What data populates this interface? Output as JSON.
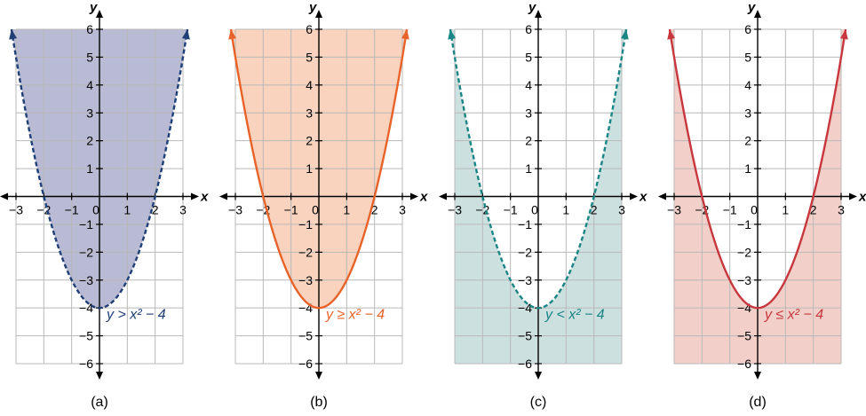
{
  "chart_data": [
    {
      "type": "line",
      "panel_label": "(a)",
      "inequality": "y > x² − 4",
      "curve": "y = x^2 - 4",
      "boundary": "dashed",
      "shaded_region": "above",
      "line_color": "#1f3f77",
      "fill_color": "#b9bad3",
      "label_color": "#1f3f77",
      "xlabel": "x",
      "ylabel": "y",
      "xlim": [
        -3,
        3
      ],
      "ylim": [
        -6,
        6
      ],
      "xticks": [
        "−3",
        "−2",
        "−1",
        "0",
        "1",
        "2",
        "3"
      ],
      "yticks": [
        "−6",
        "−5",
        "−4",
        "−3",
        "−2",
        "−1",
        "1",
        "2",
        "3",
        "4",
        "5",
        "6"
      ],
      "grid": true
    },
    {
      "type": "line",
      "panel_label": "(b)",
      "inequality": "y ≥ x² − 4",
      "curve": "y = x^2 - 4",
      "boundary": "solid",
      "shaded_region": "above",
      "line_color": "#e8632a",
      "fill_color": "#f9d3bd",
      "label_color": "#e8632a",
      "xlabel": "x",
      "ylabel": "y",
      "xlim": [
        -3,
        3
      ],
      "ylim": [
        -6,
        6
      ],
      "xticks": [
        "−3",
        "−2",
        "−1",
        "0",
        "1",
        "2",
        "3"
      ],
      "yticks": [
        "−6",
        "−5",
        "−4",
        "−3",
        "−2",
        "−1",
        "1",
        "2",
        "3",
        "4",
        "5",
        "6"
      ],
      "grid": true
    },
    {
      "type": "line",
      "panel_label": "(c)",
      "inequality": "y < x² − 4",
      "curve": "y = x^2 - 4",
      "boundary": "dashed",
      "shaded_region": "below",
      "line_color": "#1a8585",
      "fill_color": "#cde0e0",
      "label_color": "#1a8585",
      "xlabel": "x",
      "ylabel": "y",
      "xlim": [
        -3,
        3
      ],
      "ylim": [
        -6,
        6
      ],
      "xticks": [
        "−3",
        "−2",
        "−1",
        "0",
        "1",
        "2",
        "3"
      ],
      "yticks": [
        "−6",
        "−5",
        "−4",
        "−3",
        "−2",
        "−1",
        "1",
        "2",
        "3",
        "4",
        "5",
        "6"
      ],
      "grid": true
    },
    {
      "type": "line",
      "panel_label": "(d)",
      "inequality": "y ≤ x² − 4",
      "curve": "y = x^2 - 4",
      "boundary": "solid",
      "shaded_region": "below",
      "line_color": "#c7373d",
      "fill_color": "#f2d0c9",
      "label_color": "#c7373d",
      "xlabel": "x",
      "ylabel": "y",
      "xlim": [
        -3,
        3
      ],
      "ylim": [
        -6,
        6
      ],
      "xticks": [
        "−3",
        "−2",
        "−1",
        "0",
        "1",
        "2",
        "3"
      ],
      "yticks": [
        "−6",
        "−5",
        "−4",
        "−3",
        "−2",
        "−1",
        "1",
        "2",
        "3",
        "4",
        "5",
        "6"
      ],
      "grid": true
    }
  ]
}
